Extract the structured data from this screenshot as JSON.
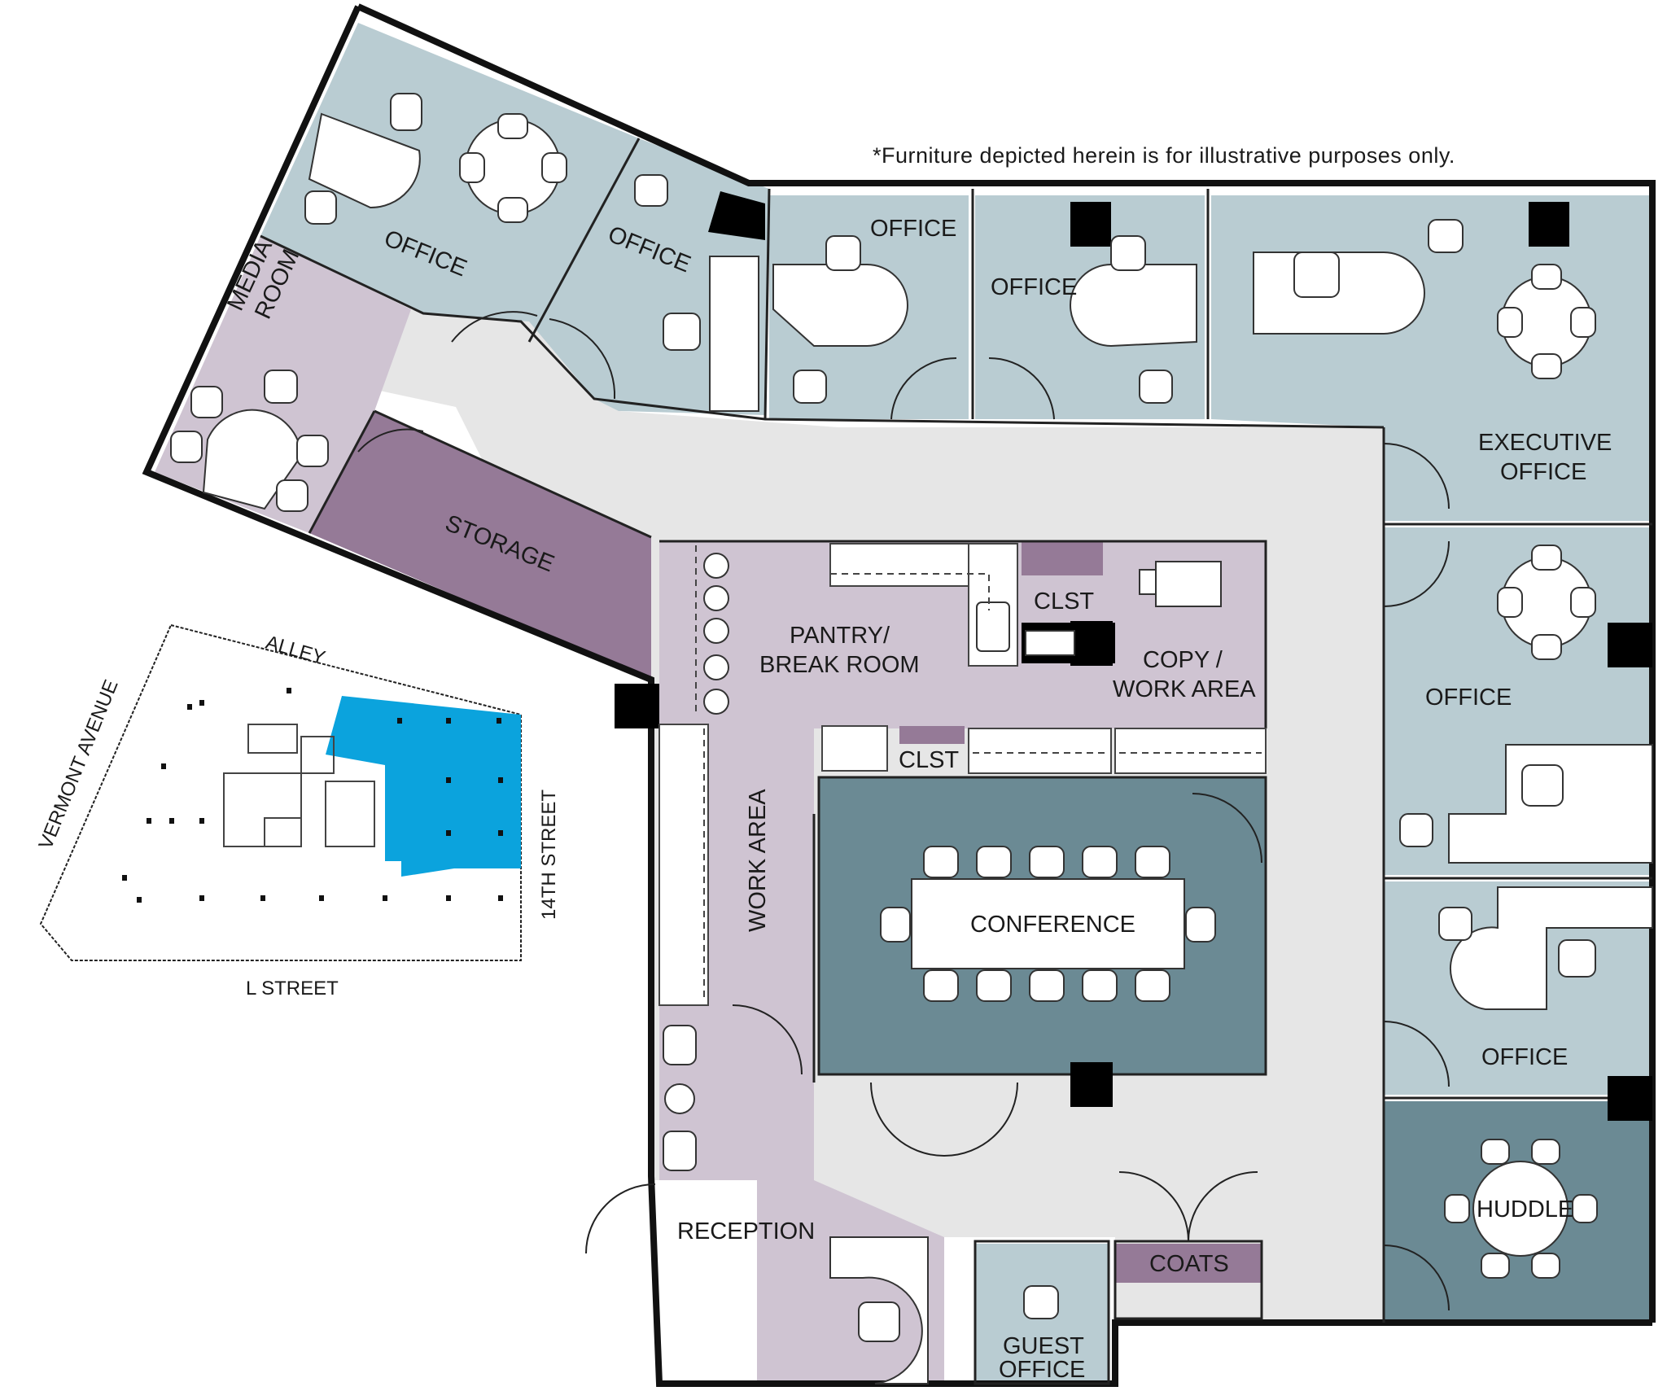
{
  "disclaimer": "*Furniture depicted herein is for illustrative purposes only.",
  "colors": {
    "office": "#b9ccd2",
    "corridor": "#e6e6e6",
    "support": "#cfc4d2",
    "storage": "#957a97",
    "conference": "#6b8a94",
    "key_highlight": "#0ba3dd"
  },
  "rooms": {
    "office_nw": "OFFICE",
    "office_n2": "OFFICE",
    "office_n3": "OFFICE",
    "office_n4": "OFFICE",
    "executive_office_line1": "EXECUTIVE",
    "executive_office_line2": "OFFICE",
    "media_room_line1": "MEDIA",
    "media_room_line2": "ROOM",
    "storage": "STORAGE",
    "pantry_line1": "PANTRY/",
    "pantry_line2": "BREAK ROOM",
    "closet_1": "CLST",
    "closet_2": "CLST",
    "copy_line1": "COPY /",
    "copy_line2": "WORK AREA",
    "office_e1": "OFFICE",
    "office_e2": "OFFICE",
    "work_area": "WORK AREA",
    "conference": "CONFERENCE",
    "huddle": "HUDDLE",
    "reception": "RECEPTION",
    "coats": "COATS",
    "guest_office_line1": "GUEST",
    "guest_office_line2": "OFFICE"
  },
  "key_plan": {
    "north": "ALLEY",
    "west": "VERMONT AVENUE",
    "east": "14TH STREET",
    "south": "L STREET"
  }
}
